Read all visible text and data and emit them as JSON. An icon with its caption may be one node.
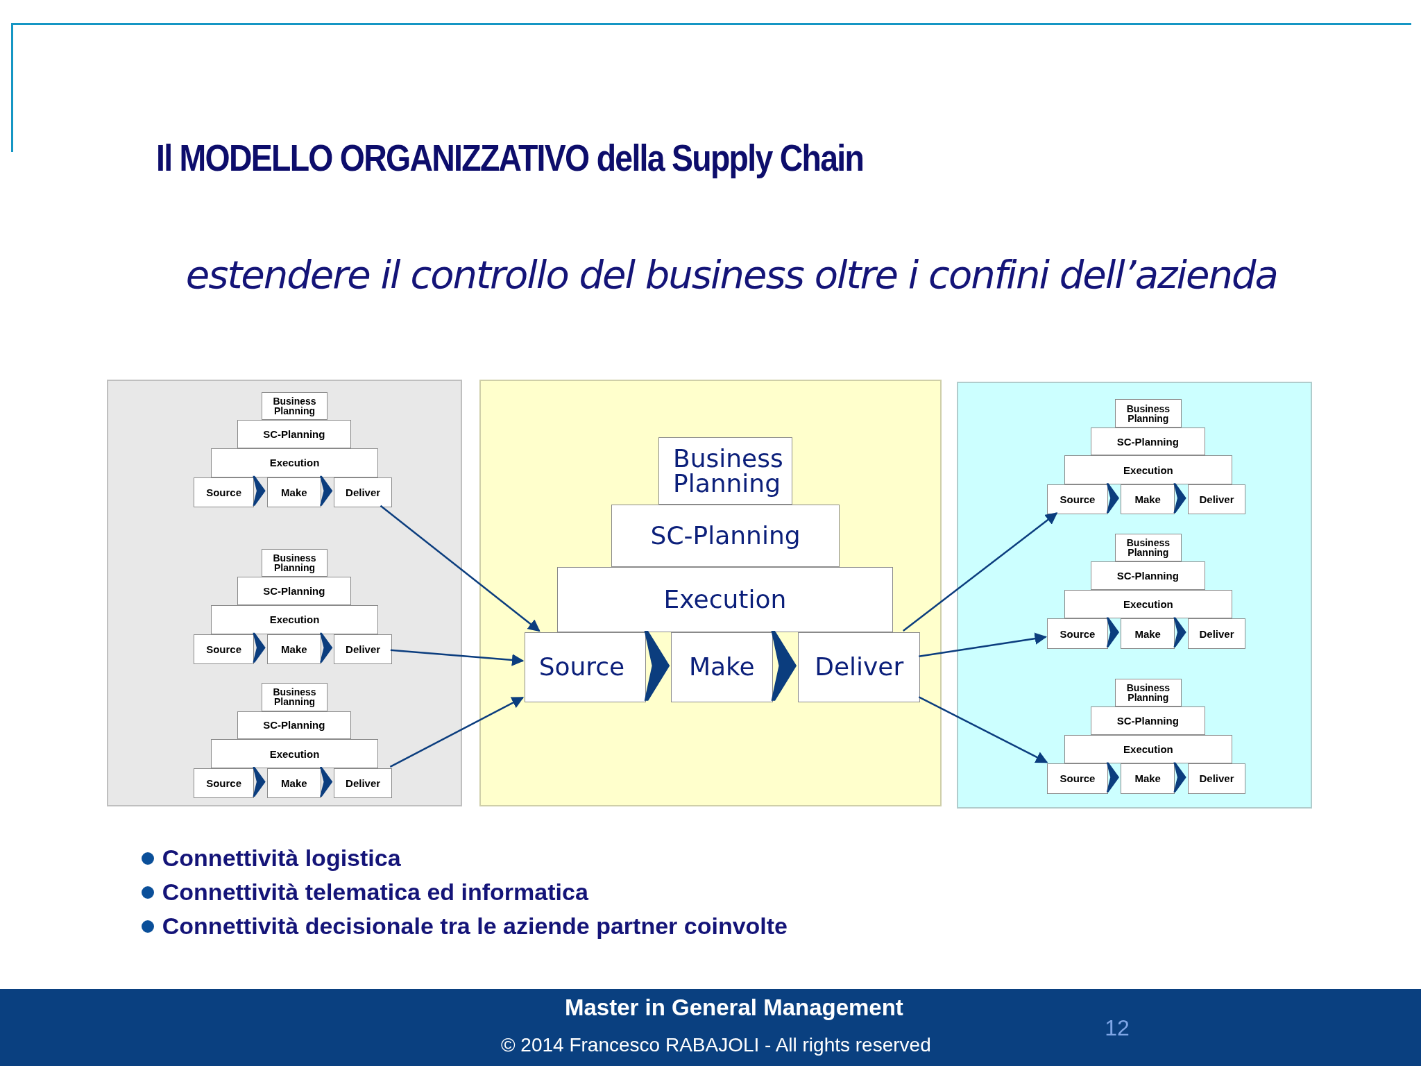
{
  "diagram": {
    "title": "Il MODELLO ORGANIZZATIVO della Supply Chain",
    "nodes": [
      {
        "text": [],
        "shape": "box"
      },
      {
        "text": [
          "Business Planning"
        ],
        "in": 0
      },
      {
        "text": [
          "SC-Planning"
        ],
        "in": 0
      },
      {
        "text": [
          "Execution"
        ],
        "in": 0
      },
      {
        "text": [
          "Source"
        ],
        "in": 0
      },
      {
        "text": [
          "Make"
        ],
        "in": 0
      },
      {
        "text": [
          "Deliver"
        ],
        "in": 0
      },
      {
        "text": [
          "Business Planning"
        ],
        "in": 0
      },
      {
        "text": [
          "SC-Planning"
        ],
        "in": 0
      },
      {
        "text": [
          "Execution"
        ],
        "in": 0
      },
      {
        "text": [
          "Source"
        ],
        "in": 0
      },
      {
        "text": [
          "Make"
        ],
        "in": 0
      },
      {
        "text": [
          "Deliver"
        ],
        "in": 0
      },
      {
        "text": [
          "Business Planning"
        ],
        "in": 0
      },
      {
        "text": [
          "SC-Planning"
        ],
        "in": 0
      },
      {
        "text": [
          "Execution"
        ],
        "in": 0
      },
      {
        "text": [
          "Source"
        ],
        "in": 0
      },
      {
        "text": [
          "Make"
        ],
        "in": 0
      },
      {
        "text": [
          "Deliver"
        ],
        "in": 0
      },
      {
        "text": [],
        "shape": "box"
      },
      {
        "text": [
          "Business Planning"
        ],
        "in": 19
      },
      {
        "text": [
          "SC-Planning"
        ],
        "in": 19
      },
      {
        "text": [
          "Execution"
        ],
        "in": 19
      },
      {
        "text": [
          "Source"
        ],
        "in": 19
      },
      {
        "text": [
          "Make"
        ],
        "in": 19
      },
      {
        "text": [
          "Deliver"
        ],
        "in": 19
      },
      {
        "text": [],
        "shape": "box"
      },
      {
        "text": [
          "Business Planning"
        ],
        "in": 26
      },
      {
        "text": [
          "SC-Planning"
        ],
        "in": 26
      },
      {
        "text": [
          "Execution"
        ],
        "in": 26
      },
      {
        "text": [
          "Source"
        ],
        "in": 26
      },
      {
        "text": [
          "Make"
        ],
        "in": 26
      },
      {
        "text": [
          "Deliver"
        ],
        "in": 26
      },
      {
        "text": [
          "Business Planning"
        ],
        "in": 26
      },
      {
        "text": [
          "SC-Planning"
        ],
        "in": 26
      },
      {
        "text": [
          "Execution"
        ],
        "in": 26
      },
      {
        "text": [
          "Source"
        ],
        "in": 26
      },
      {
        "text": [
          "Make"
        ],
        "in": 26
      },
      {
        "text": [
          "Deliver"
        ],
        "in": 26
      },
      {
        "text": [
          "Business Planning"
        ],
        "in": 26
      },
      {
        "text": [
          "SC-Planning"
        ],
        "in": 26
      },
      {
        "text": [
          "Execution"
        ],
        "in": 26
      },
      {
        "text": [
          "Source"
        ],
        "in": 26
      },
      {
        "text": [
          "Make"
        ],
        "in": 26
      },
      {
        "text": [
          "Deliver"
        ],
        "in": 26
      }
    ],
    "edges": [
      {
        "from": 6,
        "to": 23,
        "arrow": "to"
      },
      {
        "from": 12,
        "to": 23,
        "arrow": "to"
      },
      {
        "from": 18,
        "to": 23,
        "arrow": "to"
      },
      {
        "from": 25,
        "to": 30,
        "arrow": "to"
      },
      {
        "from": 25,
        "to": 36,
        "arrow": "to"
      },
      {
        "from": 25,
        "to": 42,
        "arrow": "to"
      },
      {
        "from": 4,
        "to": 5,
        "arrow": "to"
      },
      {
        "from": 5,
        "to": 6,
        "arrow": "to"
      },
      {
        "from": 10,
        "to": 11,
        "arrow": "to"
      },
      {
        "from": 11,
        "to": 12,
        "arrow": "to"
      },
      {
        "from": 16,
        "to": 17,
        "arrow": "to"
      },
      {
        "from": 17,
        "to": 18,
        "arrow": "to"
      },
      {
        "from": 23,
        "to": 24,
        "arrow": "to"
      },
      {
        "from": 24,
        "to": 25,
        "arrow": "to"
      },
      {
        "from": 30,
        "to": 31,
        "arrow": "to"
      },
      {
        "from": 31,
        "to": 32,
        "arrow": "to"
      },
      {
        "from": 36,
        "to": 37,
        "arrow": "to"
      },
      {
        "from": 37,
        "to": 38,
        "arrow": "to"
      },
      {
        "from": 42,
        "to": 43,
        "arrow": "to"
      },
      {
        "from": 43,
        "to": 44,
        "arrow": "to"
      }
    ],
    "labels": [
      "estendere il controllo del business oltre i confini dell’azienda",
      "Connettività logistica",
      "Connettività telematica ed informatica",
      "Connettività decisionale tra le aziende partner coinvolte",
      "Master in General Management",
      "© 2014 Francesco RABAJOLI - All rights reserved",
      "12"
    ]
  }
}
